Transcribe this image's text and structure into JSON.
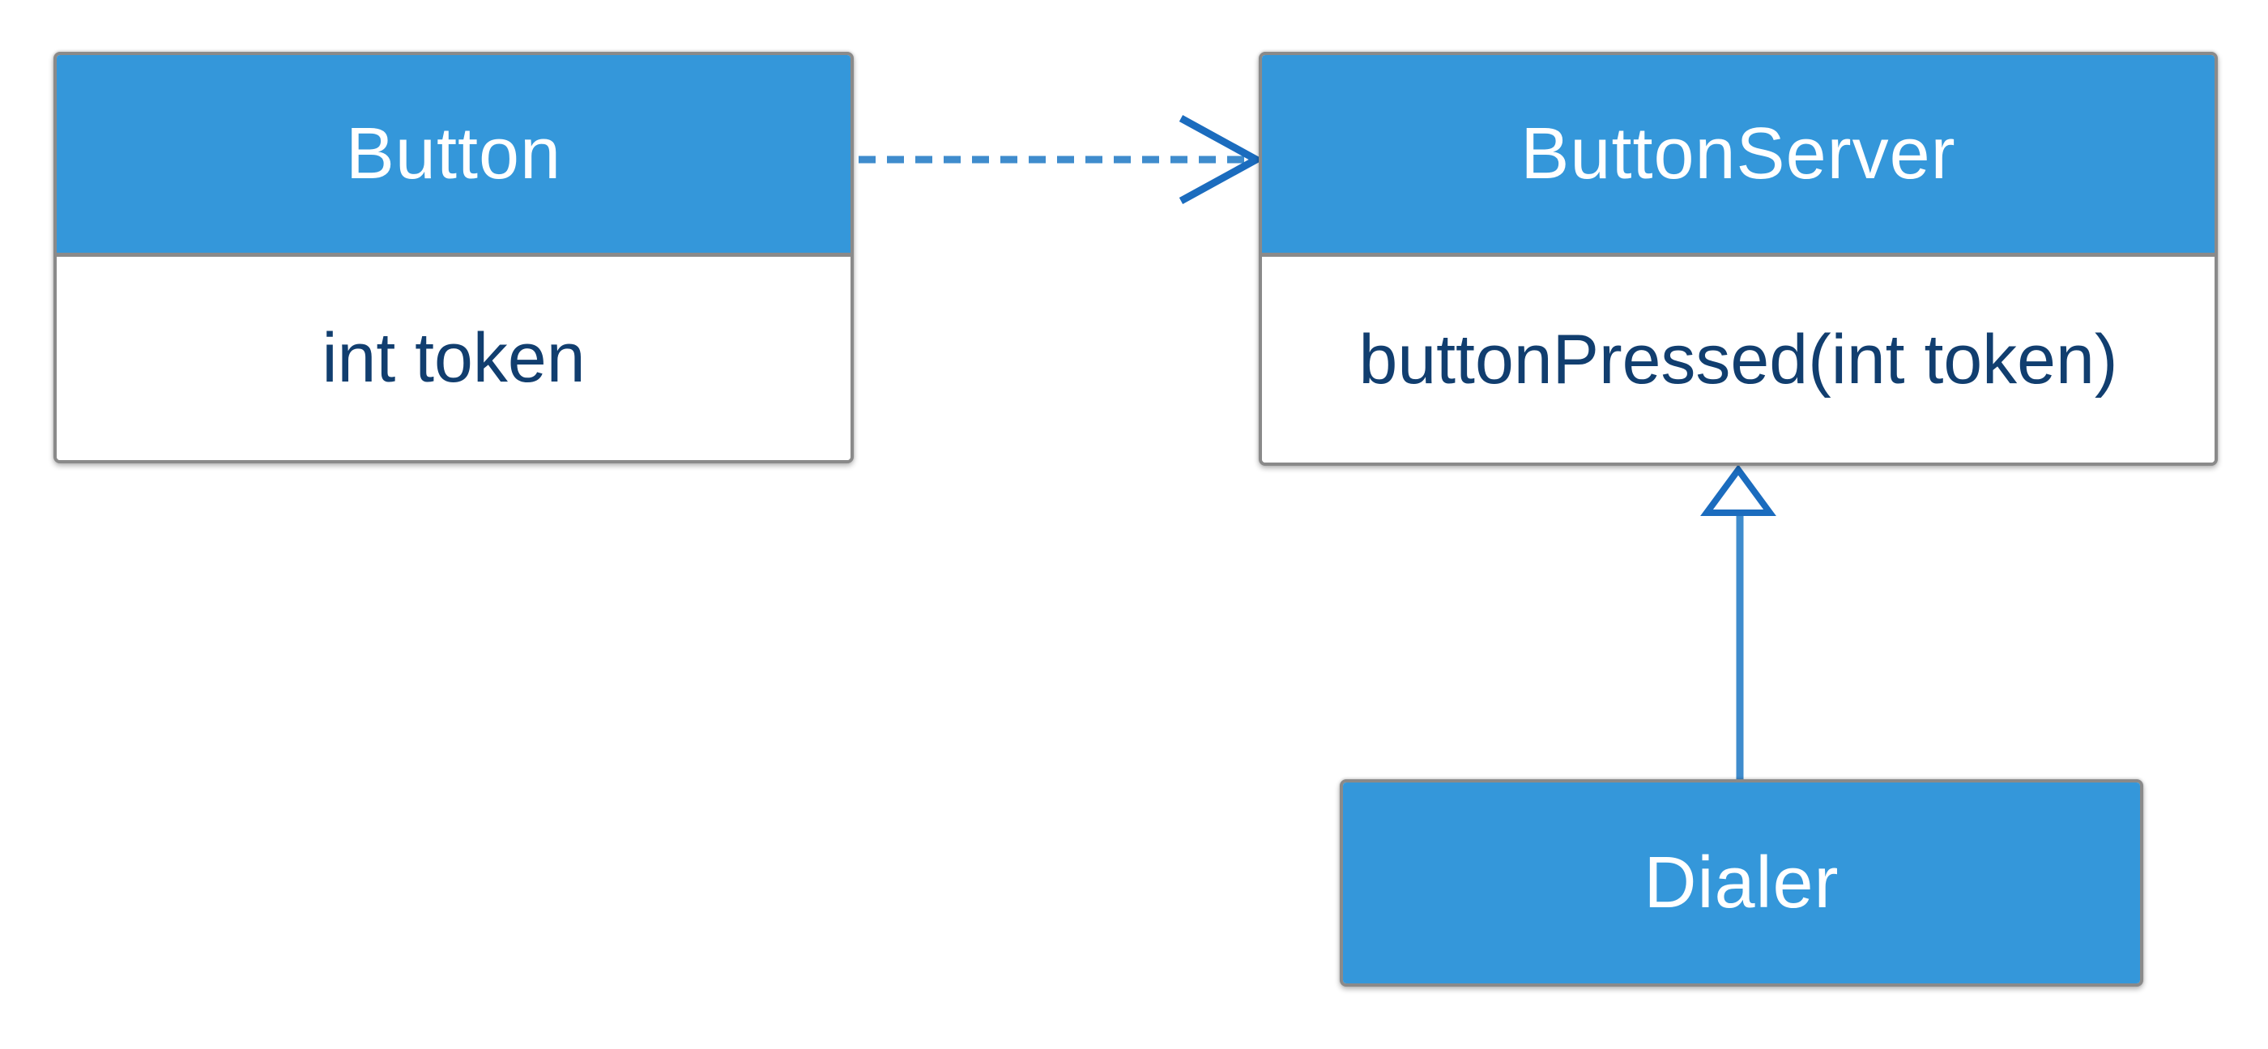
{
  "diagram": {
    "kind": "uml-class-diagram",
    "classes": [
      {
        "id": "button",
        "name": "Button",
        "members": [
          "int token"
        ]
      },
      {
        "id": "buttonserver",
        "name": "ButtonServer",
        "members": [
          "buttonPressed(int token)"
        ]
      },
      {
        "id": "dialer",
        "name": "Dialer",
        "members": []
      }
    ],
    "relationships": [
      {
        "type": "dependency",
        "from": "Button",
        "to": "ButtonServer",
        "line": "dashed",
        "arrowhead": "open-v"
      },
      {
        "type": "generalization",
        "from": "Dialer",
        "to": "ButtonServer",
        "line": "solid",
        "arrowhead": "hollow-triangle"
      }
    ],
    "colors": {
      "class-fill": "#3497da",
      "class-name-text": "#ffffff",
      "member-text": "#113e6f",
      "box-border": "#8a8a8a",
      "connector-blue": "#3f8ccd",
      "connector-dark": "#1b6cbe",
      "background": "#ffffff"
    }
  }
}
